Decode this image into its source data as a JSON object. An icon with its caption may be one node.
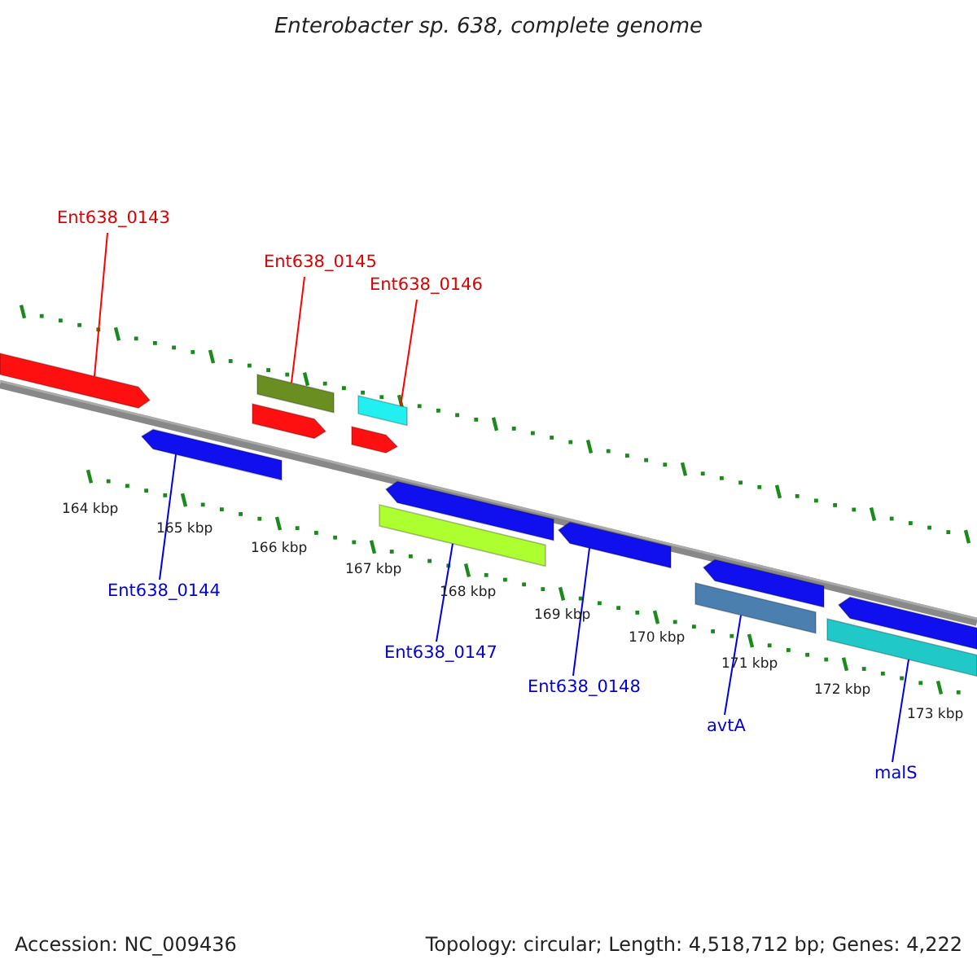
{
  "diagram": {
    "title": "Enterobacter sp. 638, complete genome",
    "nodes": [
      {
        "text": [
          "Ent638_0143"
        ]
      },
      {
        "text": [
          "Ent638_0145"
        ]
      },
      {
        "text": [
          "Ent638_0146"
        ]
      },
      {
        "text": [
          "Ent638_0144"
        ]
      },
      {
        "text": [
          "Ent638_0147"
        ]
      },
      {
        "text": [
          "Ent638_0148"
        ]
      },
      {
        "text": [
          "avtA"
        ]
      },
      {
        "text": [
          "malS"
        ]
      },
      {
        "text": [],
        "shape": "arrow"
      },
      {
        "text": [],
        "shape": "bar"
      },
      {
        "text": [],
        "shape": "arrow"
      },
      {
        "text": [],
        "shape": "bar"
      },
      {
        "text": [],
        "shape": "arrow"
      },
      {
        "text": [],
        "shape": "arrow"
      },
      {
        "text": [],
        "shape": "arrow"
      },
      {
        "text": [],
        "shape": "bar"
      },
      {
        "text": [],
        "shape": "arrow"
      },
      {
        "text": [],
        "shape": "arrow"
      },
      {
        "text": [],
        "shape": "bar"
      },
      {
        "text": [],
        "shape": "arrow"
      },
      {
        "text": [],
        "shape": "bar"
      }
    ],
    "edges": [
      {
        "from": 0,
        "to": 8,
        "arrow": "none",
        "color": "#ff0000"
      },
      {
        "from": 1,
        "to": 9,
        "arrow": "none",
        "color": "#ff0000"
      },
      {
        "from": 2,
        "to": 11,
        "arrow": "none",
        "color": "#ff0000"
      },
      {
        "from": 3,
        "to": 13,
        "arrow": "none"
      },
      {
        "from": 4,
        "to": 15,
        "arrow": "none"
      },
      {
        "from": 5,
        "to": 16,
        "arrow": "none"
      },
      {
        "from": 6,
        "to": 18,
        "arrow": "none"
      },
      {
        "from": 7,
        "to": 20,
        "arrow": "none"
      }
    ],
    "labels": [
      "164 kbp",
      "165 kbp",
      "166 kbp",
      "167 kbp",
      "168 kbp",
      "169 kbp",
      "170 kbp",
      "171 kbp",
      "172 kbp",
      "173 kbp",
      "Accession: NC_009436",
      "Topology: circular; Length: 4,518,712 bp; Genes: 4,222"
    ]
  }
}
